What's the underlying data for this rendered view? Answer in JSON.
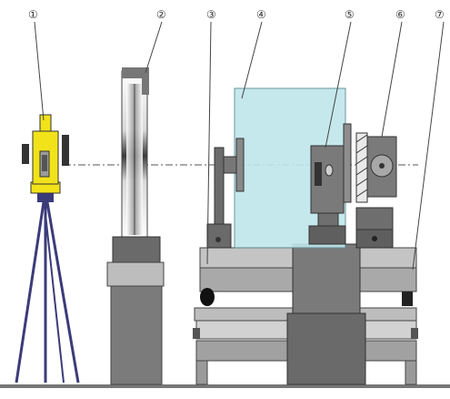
{
  "diagram": {
    "callouts": [
      {
        "id": "1",
        "label": "①",
        "part": "theodolite-on-tripod"
      },
      {
        "id": "2",
        "label": "②",
        "part": "vertical-glass-column"
      },
      {
        "id": "3",
        "label": "③",
        "part": "left-lens-mount"
      },
      {
        "id": "4",
        "label": "④",
        "part": "transparent-tank"
      },
      {
        "id": "5",
        "label": "⑤",
        "part": "center-lens-holder"
      },
      {
        "id": "6",
        "label": "⑥",
        "part": "right-mount-with-target"
      },
      {
        "id": "7",
        "label": "⑦",
        "part": "optical-table"
      }
    ],
    "colors": {
      "instrument_yellow": "#f2e21a",
      "tank_fill": "#bfe6ec",
      "tripod": "#3b3b7a",
      "metal_dark": "#6f6f6f",
      "metal_mid": "#8c8c8c",
      "metal_light": "#b9b9b9",
      "optical_axis": "#555555"
    }
  }
}
